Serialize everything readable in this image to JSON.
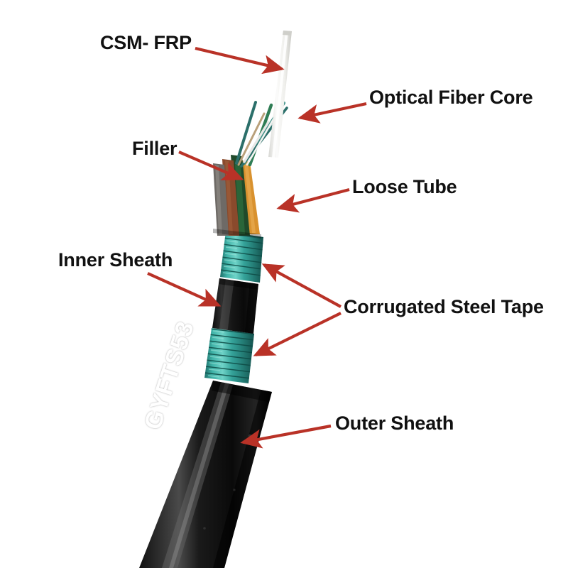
{
  "diagram": {
    "subject": "Fiber optic cable cutaway",
    "background_color": "#ffffff",
    "arrow_color": "#b93227",
    "label_color": "#111111",
    "product_marking": "GYFTS53",
    "labels": [
      {
        "id": "csm-frp",
        "text": "CSM- FRP"
      },
      {
        "id": "optical-core",
        "text": "Optical Fiber Core"
      },
      {
        "id": "filler",
        "text": "Filler"
      },
      {
        "id": "loose-tube",
        "text": "Loose Tube"
      },
      {
        "id": "inner-sheath",
        "text": "Inner Sheath"
      },
      {
        "id": "steel-tape",
        "text": "Corrugated Steel Tape"
      },
      {
        "id": "outer-sheath",
        "text": "Outer Sheath"
      }
    ],
    "components": {
      "frp_rod_color": "#f2f2f0",
      "fiber_colors": [
        "#2b6f6a",
        "#e8e8e6",
        "#2f7d55",
        "#b9a07a",
        "#3c8f86"
      ],
      "loose_tube_colors": [
        "#6e6a66",
        "#8a4a2c",
        "#204a2a",
        "#d9922f"
      ],
      "filler_color": "#6e6a66",
      "steel_tape_color": "#35a39a",
      "inner_sheath_color": "#141414",
      "outer_sheath_color": "#0b0b0b"
    }
  }
}
